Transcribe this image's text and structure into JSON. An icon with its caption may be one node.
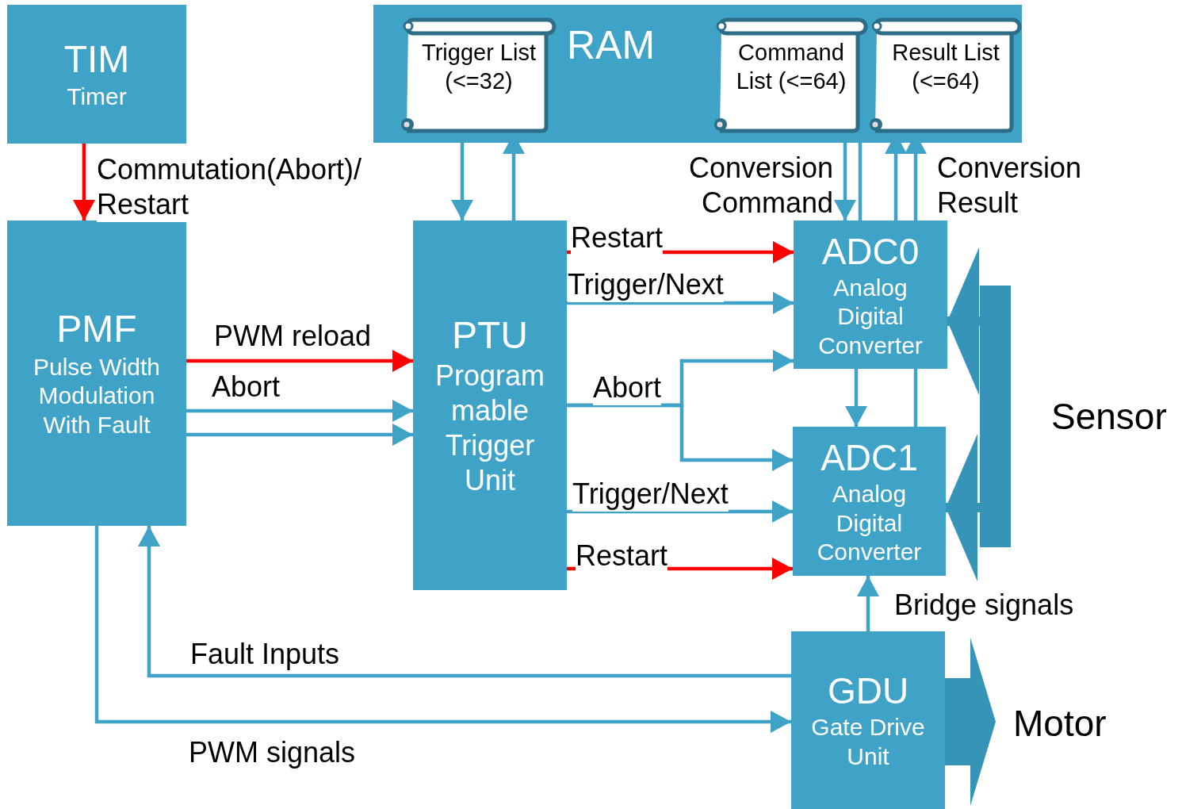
{
  "diagram": {
    "nodes": [
      {
        "text": [
          "TIM",
          "Timer"
        ]
      },
      {
        "text": [
          "RAM"
        ]
      },
      {
        "text": [
          "Trigger List (<=32)"
        ],
        "in": 1
      },
      {
        "text": [
          "Command List (<=64)"
        ],
        "in": 1
      },
      {
        "text": [
          "Result List (<=64)"
        ],
        "in": 1
      },
      {
        "text": [
          "PMF",
          "Pulse Width Modulation With Fault"
        ]
      },
      {
        "text": [
          "PTU",
          "Program mable Trigger Unit"
        ]
      },
      {
        "text": [
          "ADC0",
          "Analog Digital Converter"
        ]
      },
      {
        "text": [
          "ADC1",
          "Analog Digital Converter"
        ]
      },
      {
        "text": [
          "GDU",
          "Gate Drive Unit"
        ]
      },
      {
        "text": [],
        "shape": "bar",
        "beside": [
          "Sensor"
        ]
      },
      {
        "text": [
          "Motor"
        ]
      }
    ],
    "edges": [
      {
        "from": 0,
        "to": 5,
        "arrow": "to",
        "label": "Commutation(Abort)/ Restart",
        "color": "#ff0000"
      },
      {
        "from": 2,
        "to": 6,
        "arrow": "to"
      },
      {
        "from": 6,
        "to": 2,
        "arrow": "to"
      },
      {
        "from": 3,
        "to": 7,
        "arrow": "to",
        "label": "Conversion Command"
      },
      {
        "from": 3,
        "to": 7,
        "arrow": "none"
      },
      {
        "from": 7,
        "to": 4,
        "arrow": "to",
        "label": "Conversion Result"
      },
      {
        "from": 7,
        "to": 4,
        "arrow": "to"
      },
      {
        "from": 7,
        "to": 8,
        "arrow": "to"
      },
      {
        "from": 8,
        "to": 7,
        "arrow": "none"
      },
      {
        "from": 5,
        "to": 6,
        "arrow": "to",
        "label": "PWM reload",
        "color": "#ff0000"
      },
      {
        "from": 5,
        "to": 6,
        "arrow": "to",
        "label": "Abort"
      },
      {
        "from": 5,
        "to": 6,
        "arrow": "to"
      },
      {
        "from": 6,
        "to": 7,
        "arrow": "to",
        "label": "Restart",
        "color": "#ff0000"
      },
      {
        "from": 6,
        "to": 7,
        "arrow": "to",
        "label": "Trigger/Next"
      },
      {
        "from": 6,
        "to": 7,
        "arrow": "to",
        "label": "Abort"
      },
      {
        "from": 6,
        "to": 8,
        "arrow": "to"
      },
      {
        "from": 6,
        "to": 8,
        "arrow": "to",
        "label": "Trigger/Next"
      },
      {
        "from": 6,
        "to": 8,
        "arrow": "to",
        "label": "Restart",
        "color": "#ff0000"
      },
      {
        "from": 9,
        "to": 8,
        "arrow": "to",
        "label": "Bridge signals"
      },
      {
        "from": 9,
        "to": 5,
        "arrow": "to",
        "label": "Fault Inputs"
      },
      {
        "from": 5,
        "to": 9,
        "arrow": "to",
        "label": "PWM signals"
      },
      {
        "from": 10,
        "to": 7,
        "arrow": "to",
        "style": "thick",
        "color": "#3694b8"
      },
      {
        "from": 10,
        "to": 8,
        "arrow": "to",
        "style": "thick",
        "color": "#3694b8"
      },
      {
        "from": 9,
        "to": 11,
        "arrow": "to",
        "style": "thick",
        "color": "#3694b8"
      }
    ]
  }
}
